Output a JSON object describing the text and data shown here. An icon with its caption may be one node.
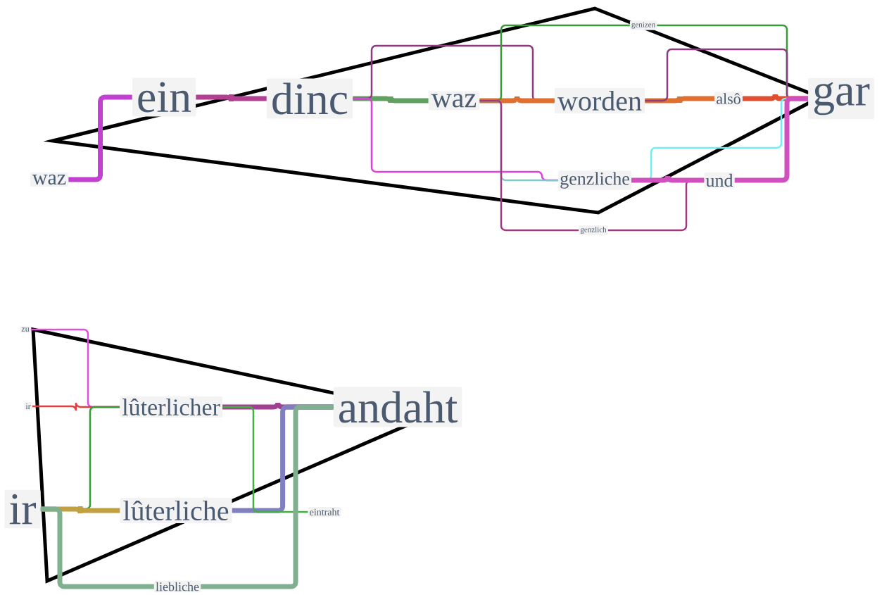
{
  "diagram": {
    "nodes": [
      {
        "text": [
          "waz"
        ]
      },
      {
        "text": [
          "ein"
        ]
      },
      {
        "text": [
          "dinc"
        ]
      },
      {
        "text": [
          "waz"
        ]
      },
      {
        "text": [
          "worden"
        ]
      },
      {
        "text": [
          "alsô"
        ]
      },
      {
        "text": [
          "gar"
        ]
      },
      {
        "text": [
          "genzliche"
        ]
      },
      {
        "text": [
          "und"
        ]
      },
      {
        "text": [
          "genzlich"
        ]
      },
      {
        "text": [
          "genizen"
        ]
      },
      {
        "text": [
          "zu"
        ]
      },
      {
        "text": [
          "ir"
        ]
      },
      {
        "text": [
          "lûterlicher"
        ]
      },
      {
        "text": [
          "ir"
        ]
      },
      {
        "text": [
          "lûterliche"
        ]
      },
      {
        "text": [
          "andaht"
        ]
      },
      {
        "text": [
          "eintraht"
        ]
      },
      {
        "text": [
          "liebliche"
        ]
      }
    ],
    "edges": [
      {
        "from": 0,
        "to": 1,
        "arrow": "none",
        "style": "thick",
        "color": "#c040d0"
      },
      {
        "from": 1,
        "to": 2,
        "arrow": "none",
        "style": "thick",
        "color": "#b04090"
      },
      {
        "from": 2,
        "to": 3,
        "arrow": "none",
        "style": "thick",
        "color": "#60a060"
      },
      {
        "from": 2,
        "to": 4,
        "arrow": "none",
        "color": "#8e3a80"
      },
      {
        "from": 2,
        "to": 7,
        "arrow": "none",
        "color": "#e040e0"
      },
      {
        "from": 3,
        "to": 4,
        "arrow": "none",
        "style": "thick",
        "color": "#e07030"
      },
      {
        "from": 3,
        "to": 10,
        "arrow": "none",
        "color": "#3a9a3a"
      },
      {
        "from": 10,
        "to": 6,
        "arrow": "none",
        "color": "#3a9a3a"
      },
      {
        "from": 3,
        "to": 7,
        "arrow": "none",
        "color": "#80c8c8"
      },
      {
        "from": 3,
        "to": 9,
        "arrow": "none",
        "color": "#a03a80"
      },
      {
        "from": 9,
        "to": 8,
        "arrow": "none",
        "color": "#a03a80"
      },
      {
        "from": 4,
        "to": 5,
        "arrow": "none",
        "style": "thick",
        "color": "#e07030"
      },
      {
        "from": 4,
        "to": 6,
        "arrow": "none",
        "color": "#8e3a80"
      },
      {
        "from": 5,
        "to": 6,
        "arrow": "none",
        "style": "thick",
        "color": "#e05030"
      },
      {
        "from": 7,
        "to": 6,
        "arrow": "none",
        "color": "#70f0f0"
      },
      {
        "from": 7,
        "to": 8,
        "arrow": "none",
        "style": "thick",
        "color": "#d050c0"
      },
      {
        "from": 8,
        "to": 6,
        "arrow": "none",
        "style": "thick",
        "color": "#d050c0"
      },
      {
        "from": 11,
        "to": 13,
        "arrow": "none",
        "color": "#e050e0"
      },
      {
        "from": 12,
        "to": 13,
        "arrow": "none",
        "color": "#e04040"
      },
      {
        "from": 14,
        "to": 13,
        "arrow": "none",
        "color": "#30a030"
      },
      {
        "from": 14,
        "to": 15,
        "arrow": "none",
        "style": "thick",
        "color": "#c0a040"
      },
      {
        "from": 13,
        "to": 16,
        "arrow": "none",
        "style": "thick",
        "color": "#a04090"
      },
      {
        "from": 15,
        "to": 16,
        "arrow": "none",
        "style": "thick",
        "color": "#8080c0"
      },
      {
        "from": 13,
        "to": 17,
        "arrow": "none",
        "color": "#40b040"
      },
      {
        "from": 14,
        "to": 18,
        "arrow": "none",
        "style": "thick",
        "color": "#80b090"
      },
      {
        "from": 18,
        "to": 16,
        "arrow": "none",
        "style": "thick",
        "color": "#80b090"
      }
    ]
  }
}
